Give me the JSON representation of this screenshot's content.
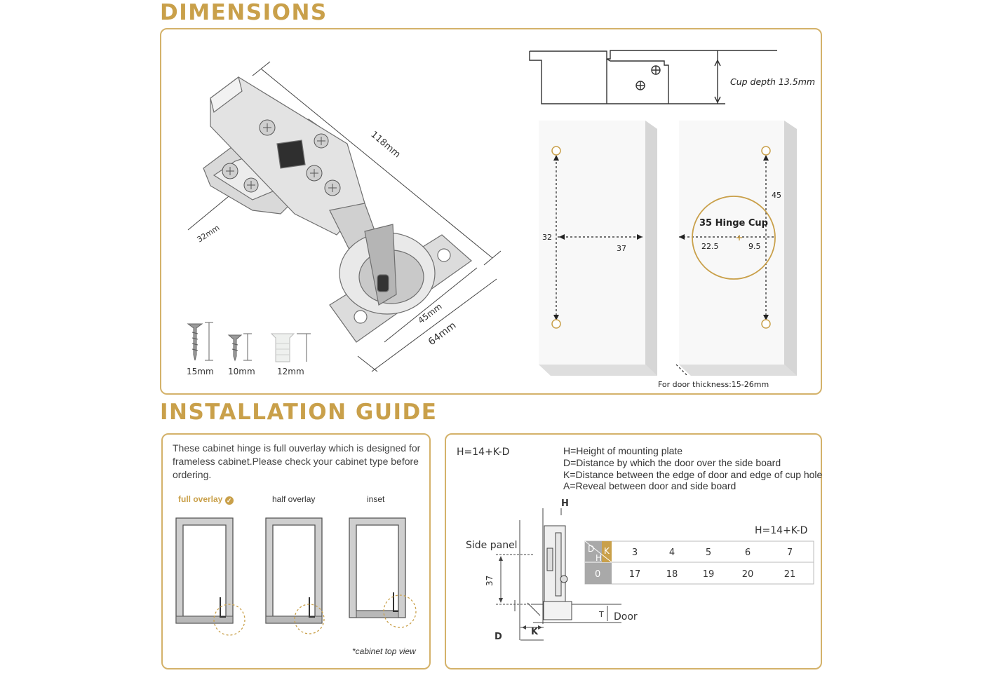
{
  "headings": {
    "dimensions": "DIMENSIONS",
    "installation": "INSTALLATION GUIDE"
  },
  "hinge": {
    "dim_118": "118mm",
    "dim_32": "32mm",
    "dim_45": "45mm",
    "dim_64": "64mm",
    "screws": [
      {
        "label": "15mm"
      },
      {
        "label": "10mm"
      },
      {
        "label": "12mm"
      }
    ]
  },
  "cup": {
    "depth_label": "Cup depth 13.5mm"
  },
  "panels": {
    "left": {
      "dim_32": "32",
      "dim_37": "37"
    },
    "right": {
      "dim_45": "45",
      "cup_label": "35 Hinge Cup",
      "dim_22_5": "22.5",
      "dim_9_5": "9.5"
    },
    "door_thickness": "For door thickness:15-26mm"
  },
  "overlay": {
    "description": "These cabinet hinge is full ouverlay which is designed for frameless cabinet.Please check your cabinet type before ordering.",
    "types": [
      {
        "label": "full overlay"
      },
      {
        "label": "half overlay"
      },
      {
        "label": "inset"
      }
    ],
    "footnote": "*cabinet top view"
  },
  "formula": {
    "title": "H=14+K-D",
    "definitions": [
      "H=Height of mounting plate",
      "D=Distance by which the door over the side board",
      "K=Distance between the edge of door and edge of cup hole",
      "A=Reveal between door and side board"
    ],
    "labels": {
      "side_panel": "Side panel",
      "door": "Door",
      "h": "H",
      "d": "D",
      "k": "K",
      "t": "T",
      "dim_37": "37"
    },
    "table": {
      "title": "H=14+K-D",
      "corner": {
        "d": "D",
        "h": "H",
        "k": "K"
      },
      "k_values": [
        "3",
        "4",
        "5",
        "6",
        "7"
      ],
      "d_value": "0",
      "h_values": [
        "17",
        "18",
        "19",
        "20",
        "21"
      ]
    }
  },
  "colors": {
    "accent": "#c9a04a",
    "border": "#d4b26a"
  }
}
